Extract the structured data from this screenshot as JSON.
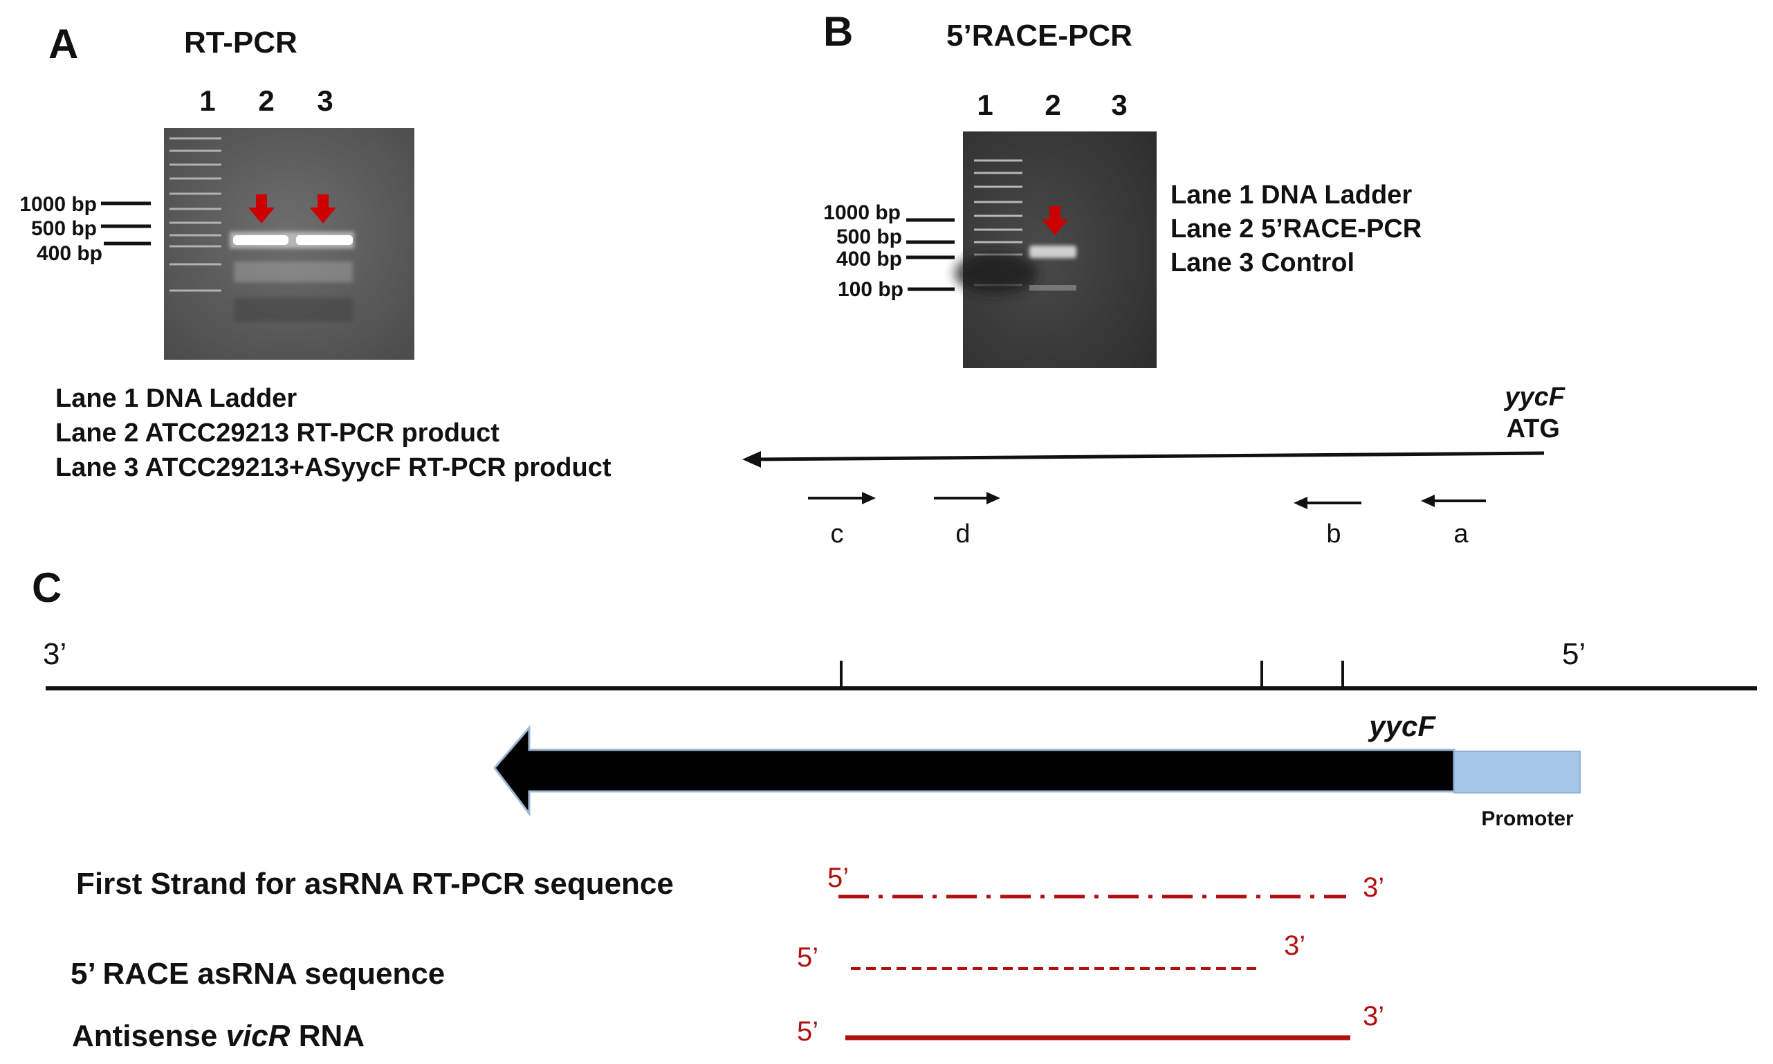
{
  "panel_a": {
    "letter": "A",
    "title": "RT-PCR",
    "lanes": [
      "1",
      "2",
      "3"
    ],
    "markers": [
      "1000 bp",
      "500 bp",
      "400 bp"
    ],
    "legend": [
      "Lane 1 DNA Ladder",
      "Lane 2 ATCC29213 RT-PCR product",
      "Lane 3 ATCC29213+ASyycF RT-PCR product"
    ]
  },
  "panel_b": {
    "letter": "B",
    "title": "5’RACE-PCR",
    "lanes": [
      "1",
      "2",
      "3"
    ],
    "markers": [
      "1000 bp",
      "500 bp",
      "400 bp",
      "100 bp"
    ],
    "legend": [
      "Lane 1 DNA Ladder",
      "Lane 2 5’RACE-PCR",
      "Lane 3 Control"
    ]
  },
  "primer_map": {
    "gene": "yycF",
    "start_codon": "ATG",
    "primers": [
      "c",
      "d",
      "b",
      "a"
    ]
  },
  "panel_c": {
    "letter": "C",
    "end_left": "3’",
    "end_right": "5’",
    "gene": "yycF",
    "promoter": "Promoter",
    "strands": [
      {
        "label": "First Strand for asRNA RT-PCR sequence",
        "five": "5’",
        "three": "3’"
      },
      {
        "label": "5’ RACE asRNA sequence",
        "five": "5’",
        "three": "3’"
      },
      {
        "label_pre": "Antisense ",
        "label_em": "vicR",
        "label_post": " RNA",
        "five": "5’",
        "three": "3’"
      }
    ]
  },
  "colors": {
    "annotation_red": "#b01010",
    "arrow_red": "#cc0000",
    "promoter_blue": "#a6c8e8",
    "gel_gray": "#5a5a5a"
  }
}
